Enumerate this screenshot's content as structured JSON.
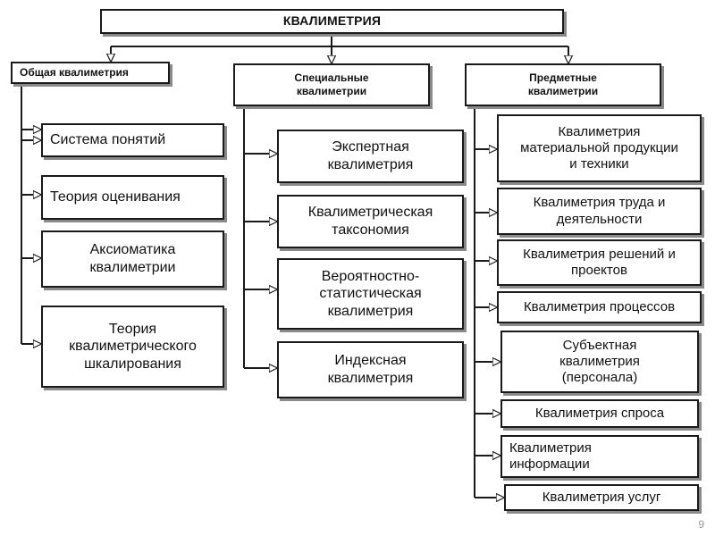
{
  "root": "КВАЛИМЕТРИЯ",
  "columns": {
    "general": {
      "title": "Общая квалиметрия",
      "items": [
        "Система понятий",
        "Теория оценивания",
        "Аксиоматика\nквалиметрии",
        "Теория\nквалиметрического\nшкалирования"
      ]
    },
    "special": {
      "title": "Специальные\nквалиметрии",
      "items": [
        "Экспертная\nквалиметрия",
        "Квалиметрическая\nтаксономия",
        "Вероятностно-\nстатистическая\nквалиметрия",
        "Индексная\nквалиметрия"
      ]
    },
    "subject": {
      "title": "Предметные\nквалиметрии",
      "items": [
        "Квалиметрия\nматериальной продукции\nи техники",
        "Квалиметрия труда и\nдеятельности",
        "Квалиметрия решений и\nпроектов",
        "Квалиметрия процессов",
        "Субъектная\nквалиметрия\n(персонала)",
        "Квалиметрия спроса",
        "Квалиметрия\nинформации",
        "Квалиметрия услуг"
      ]
    }
  },
  "page_number": "9"
}
